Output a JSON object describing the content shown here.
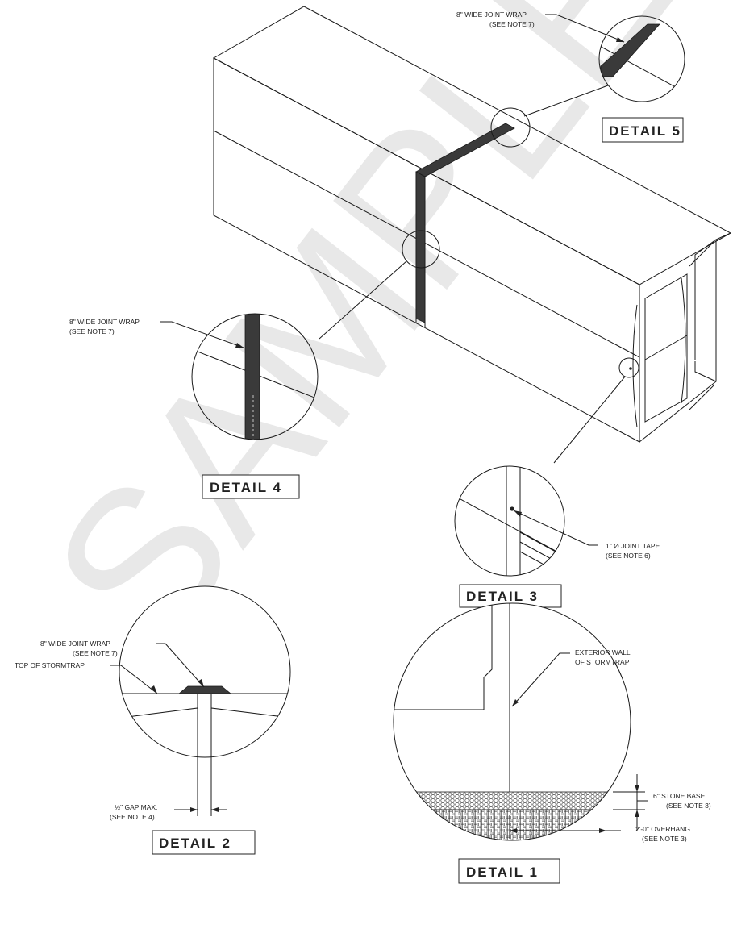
{
  "watermark": "SAMPLE",
  "details": [
    {
      "id": "detail-5",
      "title": "DETAIL 5",
      "callout_line1": "8\" WIDE JOINT WRAP",
      "callout_line2": "(SEE NOTE 7)"
    },
    {
      "id": "detail-4",
      "title": "DETAIL 4",
      "callout_line1": "8\" WIDE JOINT WRAP",
      "callout_line2": "(SEE NOTE 7)"
    },
    {
      "id": "detail-3",
      "title": "DETAIL 3",
      "callout_line1": "1\" Ø JOINT TAPE",
      "callout_line2": "(SEE NOTE 6)"
    },
    {
      "id": "detail-2",
      "title": "DETAIL 2",
      "callout_line1": "8\" WIDE JOINT WRAP",
      "callout_line2": "(SEE  NOTE 7)",
      "extra_label": "TOP OF STORMTRAP",
      "gap_label_line1": "½\" GAP MAX.",
      "gap_label_line2": "(SEE NOTE 4)"
    },
    {
      "id": "detail-1",
      "title": "DETAIL 1",
      "wall_label_line1": "EXTERIOR WALL",
      "wall_label_line2": "OF STORMTRAP",
      "stone_label_line1": "6\" STONE BASE",
      "stone_label_line2": "(SEE NOTE 3)",
      "overhang_label_line1": "2'-0\" OVERHANG",
      "overhang_label_line2": "(SEE NOTE 3)"
    }
  ]
}
